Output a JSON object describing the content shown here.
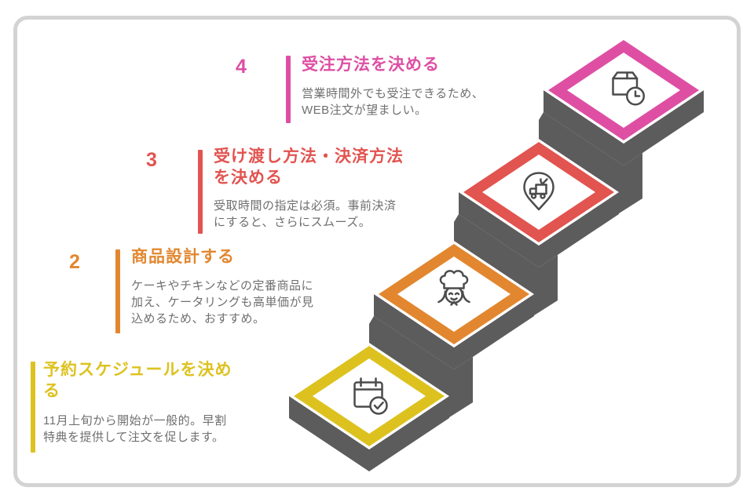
{
  "canvas": {
    "background": "#ffffff",
    "frame_color": "#d3d3d3",
    "step_gray": "#5c5c5c",
    "icon_stroke": "#4c4c4c",
    "desc_color": "#6f6f6f"
  },
  "steps": [
    {
      "number": "",
      "color": "#ddc21f",
      "title": [
        "予約スケジュールを決め",
        "る"
      ],
      "desc": [
        "11月上旬から開始が一般的。早割",
        "特典を提供して注文を促します。"
      ],
      "icon": "calendar-check-icon"
    },
    {
      "number": "2",
      "color": "#e2872f",
      "title": [
        "商品設計する"
      ],
      "desc": [
        "ケーキやチキンなどの定番商品に",
        "加え、ケータリングも高単価が見",
        "込めるため、おすすめ。"
      ],
      "icon": "chef-icon"
    },
    {
      "number": "3",
      "color": "#e25450",
      "title": [
        "受け渡し方法・決済方法",
        "を決める"
      ],
      "desc": [
        "受取時間の指定は必須。事前決済",
        "にすると、さらにスムーズ。"
      ],
      "icon": "delivery-pin-icon"
    },
    {
      "number": "4",
      "color": "#de4fa4",
      "title": [
        "受注方法を決める"
      ],
      "desc": [
        "営業時間外でも受注できるため、",
        "WEB注文が望ましい。"
      ],
      "icon": "package-clock-icon"
    }
  ]
}
